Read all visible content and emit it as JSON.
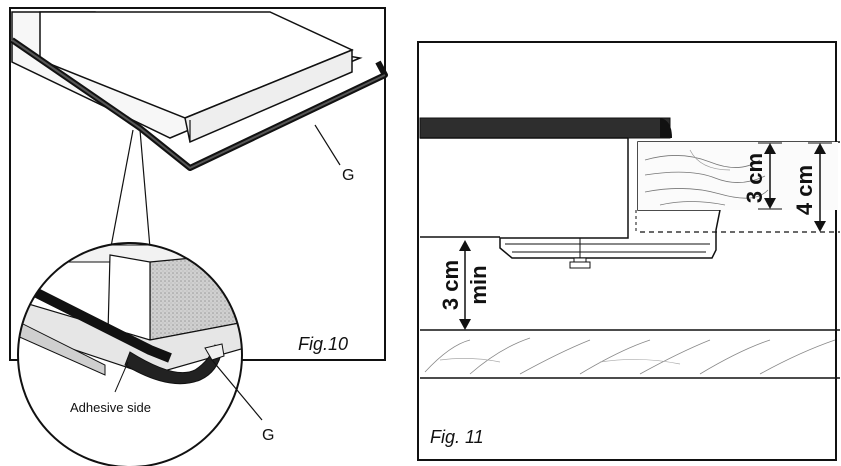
{
  "figure10": {
    "caption": "Fig.10",
    "label_g_top": "G",
    "label_g_bottom": "G",
    "label_adhesive": "Adhesive side"
  },
  "figure11": {
    "caption": "Fig. 11",
    "dim_3cm": "3 cm",
    "dim_4cm": "4 cm",
    "dim_min_value": "3 cm",
    "dim_min_suffix": "min"
  },
  "colors": {
    "line": "#111111",
    "seal": "#2b2b2b",
    "hatch": "#bdbdbd",
    "shade": "#d9d9d9"
  }
}
